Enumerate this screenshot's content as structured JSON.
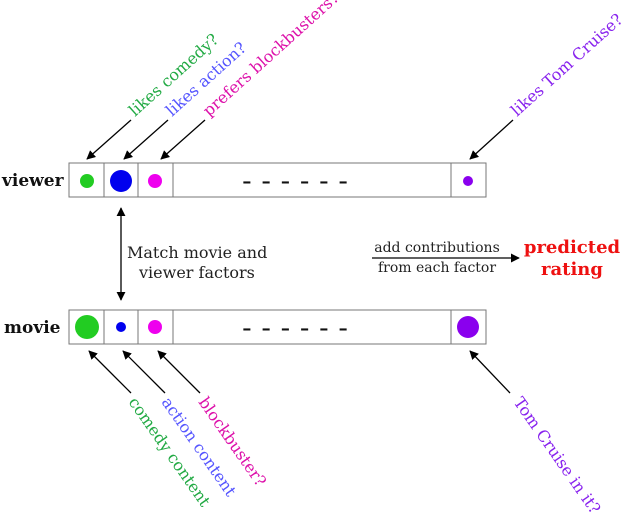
{
  "rows": {
    "viewer": {
      "label": "viewer",
      "ellipsis": "– – – – – –",
      "dots": [
        {
          "name": "comedy",
          "color": "#22cc22",
          "size": "small"
        },
        {
          "name": "action",
          "color": "#0000ee",
          "size": "large"
        },
        {
          "name": "blockbuster",
          "color": "#ee00ee",
          "size": "small"
        },
        {
          "name": "tom-cruise",
          "color": "#8a00ee",
          "size": "tiny"
        }
      ]
    },
    "movie": {
      "label": "movie",
      "ellipsis": "– – – – – –",
      "dots": [
        {
          "name": "comedy",
          "color": "#22cc22",
          "size": "large"
        },
        {
          "name": "action",
          "color": "#0000ee",
          "size": "tiny"
        },
        {
          "name": "blockbuster",
          "color": "#ee00ee",
          "size": "small"
        },
        {
          "name": "tom-cruise",
          "color": "#8a00ee",
          "size": "large"
        }
      ]
    }
  },
  "viewer_annotations": {
    "comedy": "likes comedy?",
    "action": "likes action?",
    "blockbuster": "prefers blockbusters?",
    "tom_cruise": "likes Tom Cruise?"
  },
  "movie_annotations": {
    "comedy": "comedy content",
    "action": "action content",
    "blockbuster": "blockbuster?",
    "tom_cruise": "Tom Cruise in it?"
  },
  "match": {
    "line1": "Match movie and",
    "line2": "viewer factors"
  },
  "combine": {
    "line1": "add contributions",
    "line2": "from each factor"
  },
  "predicted": {
    "line1": "predicted",
    "line2": "rating"
  },
  "colors": {
    "comedy": "#22aa44",
    "action": "#5555ff",
    "blockbuster": "#dd11aa",
    "tom_cruise": "#8822ee",
    "predicted": "#ee1111"
  }
}
